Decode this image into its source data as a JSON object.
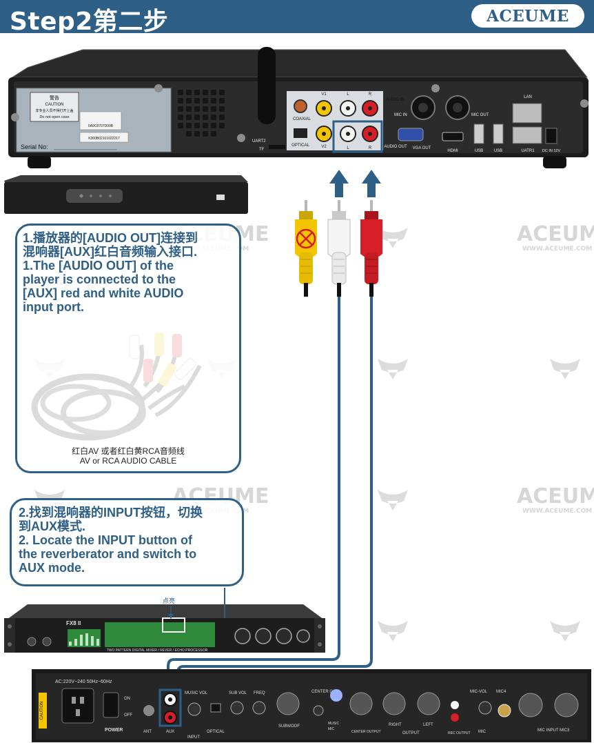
{
  "header": {
    "title": "Step2第二步",
    "brand_logo": "ACEUME"
  },
  "watermark": {
    "brand": "ACEUME",
    "site": "WWW.ACEUME.COM"
  },
  "player": {
    "warning_title": "警告",
    "warning_caution": "CAUTION",
    "warning_cn": "非专业人员不得打开上盖",
    "warning_en": "Do not open case",
    "barcode_1": "0A9C8707D00B",
    "barcode_2": "K360B02101022217",
    "serial_label": "Serial No:",
    "port_labels": {
      "coaxial": "COAXIAL",
      "optical": "OPTICAL",
      "v1": "V1",
      "v2": "V2",
      "l_top": "L",
      "r_top": "R",
      "l_bottom": "L",
      "r_bottom": "R",
      "audio_in": "AUDIO IN",
      "mic_in": "MIC IN",
      "mic_out": "MIC OUT",
      "audio_out": "AUDIO OUT",
      "vga_out": "VGA OUT",
      "hdmi": "HDMI",
      "usb_1": "USB",
      "usb_2": "USB",
      "lan": "LAN",
      "uatr1": "UATR1",
      "dc_in": "DC IN 12V",
      "uart2": "UART2",
      "tf": "TF"
    }
  },
  "instruction_1": {
    "lines": [
      "1.播放器的[AUDIO OUT]连接到",
      "混响器[AUX]红白音频输入接口.",
      "1.The [AUDIO OUT] of the",
      "player is connected to the",
      "[AUX] red and white AUDIO",
      "input port."
    ],
    "cable_caption_cn": "红白AV 或者红白黄RCA音频线",
    "cable_caption_en": "AV or RCA AUDIO CABLE"
  },
  "instruction_2": {
    "lines": [
      "2.找到混响器的INPUT按钮，切换",
      "到AUX模式.",
      "2. Locate the INPUT button of",
      "the reverberator and switch to",
      "AUX mode."
    ]
  },
  "processor": {
    "light_note": "点亮",
    "model": "FX8 II",
    "subtitle": "TWO PATTERN DIGITAL MIXER / REVER / ECHO PROCESSOR"
  },
  "mixer": {
    "ac_label": "AC:220V~240 50Hz~60Hz",
    "caution": "CAUTION",
    "on": "ON",
    "off": "OFF",
    "power": "POWER",
    "ant": "ANT",
    "aux": "AUX",
    "input": "INPUT",
    "music_vol": "MUSIC VOL",
    "optical": "OPTICAL",
    "sub_vol": "SUB VOL",
    "freq": "FREQ",
    "subwoof": "SUBWOOF",
    "center_gain": "CENTER GAIN",
    "music": "MUSIC",
    "mic": "MIC",
    "center_output": "CENTER OUTPUT",
    "right": "RIGHT",
    "left": "LEFT",
    "output": "OUTPUT",
    "rec_output": "REC OUTPUT",
    "mic_vol": "MIC-VOL",
    "mic4": "MIC4",
    "mic3": "MIC3",
    "mic_input": "MIC INPUT",
    "mic_label": "MIC"
  },
  "colors": {
    "accent_blue": "#2e5f86",
    "rca_red": "#d61f26",
    "rca_yellow": "#f2c500",
    "rca_white": "#f4f4f4"
  }
}
